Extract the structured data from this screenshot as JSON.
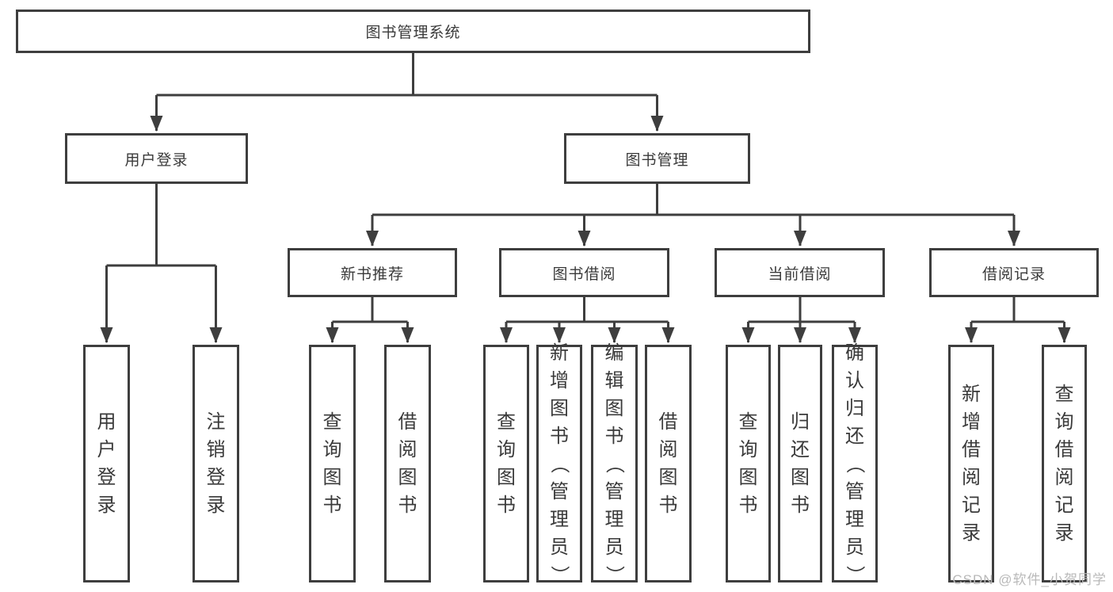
{
  "colors": {
    "line": "#3e3e3e",
    "text": "#3a3a3a",
    "background": "#ffffff",
    "watermark": "#b9b9b9"
  },
  "tree": {
    "root": "图书管理系统",
    "branches": [
      {
        "label": "用户登录",
        "children": [
          "用户登录",
          "注销登录"
        ]
      },
      {
        "label": "图书管理",
        "groups": [
          {
            "label": "新书推荐",
            "children": [
              "查询图书",
              "借阅图书"
            ]
          },
          {
            "label": "图书借阅",
            "children": [
              "查询图书",
              "新增图书（管理员）",
              "编辑图书（管理员）",
              "借阅图书"
            ]
          },
          {
            "label": "当前借阅",
            "children": [
              "查询图书",
              "归还图书",
              "确认归还（管理员）"
            ]
          },
          {
            "label": "借阅记录",
            "children": [
              "新增借阅记录",
              "查询借阅记录"
            ]
          }
        ]
      }
    ]
  },
  "watermark": {
    "text": "CSDN @软件_小贺同学"
  }
}
